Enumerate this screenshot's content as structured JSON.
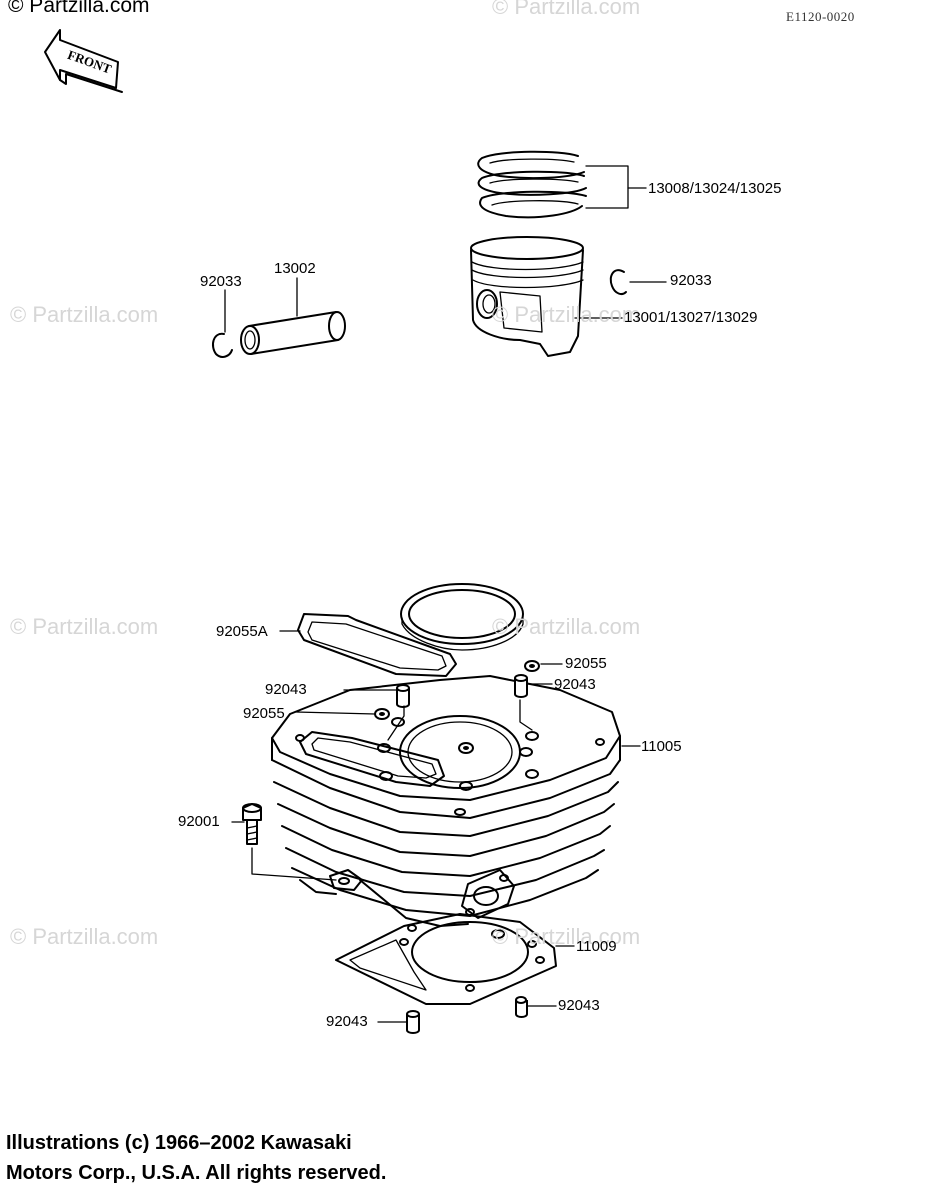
{
  "watermark": {
    "top_left": "© Partzilla.com",
    "repeat": "© Partzilla.com"
  },
  "diagram_ref": "E1120-0020",
  "front_arrow_label": "FRONT",
  "callouts": {
    "rings": "13008/13024/13025",
    "clip_right": "92033",
    "piston": "13001/13027/13029",
    "clip_left": "92033",
    "pin": "13002",
    "gasket_a": "92055A",
    "oring_right": "92055",
    "dowel_top_right": "92043",
    "dowel_top_left": "92043",
    "oring_left": "92055",
    "cylinder": "11005",
    "bolt": "92001",
    "base_gasket": "11009",
    "dowel_bottom_right": "92043",
    "dowel_bottom_left": "92043"
  },
  "copyright": {
    "line1": "Illustrations (c) 1966–2002 Kawasaki",
    "line2": "Motors Corp., U.S.A.  All rights reserved."
  }
}
